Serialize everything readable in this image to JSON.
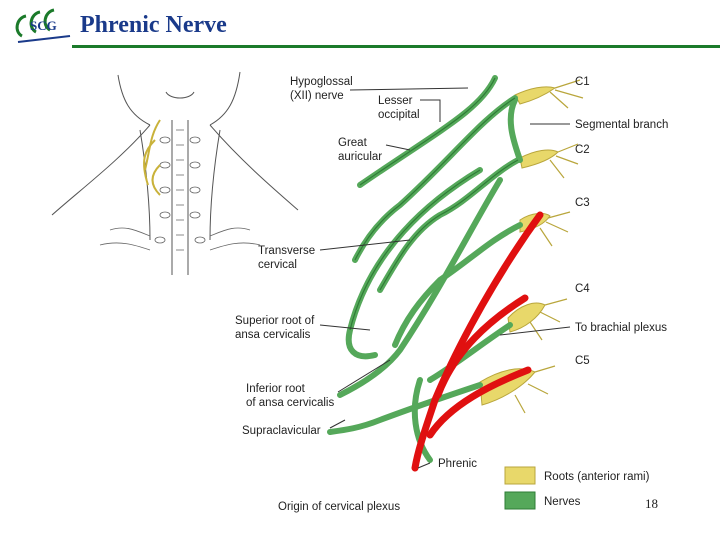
{
  "header": {
    "title": "Phrenic Nerve",
    "logo_text": "SCG",
    "accent_color": "#1a3a8a",
    "rule_color": "#1b7a2a"
  },
  "diagram": {
    "spinal_levels": [
      "C1",
      "C2",
      "C3",
      "C4",
      "C5"
    ],
    "left_labels": {
      "hypoglossal": [
        "Hypoglossal",
        "(XII) nerve"
      ],
      "lesser_occipital": [
        "Lesser",
        "occipital"
      ],
      "great_auricular": [
        "Great",
        "auricular"
      ],
      "transverse_cervical": [
        "Transverse",
        "cervical"
      ],
      "superior_root": [
        "Superior root of",
        "ansa cervicalis"
      ],
      "inferior_root": [
        "Inferior root",
        "of ansa cervicalis"
      ],
      "supraclavicular": "Supraclavicular",
      "phrenic": "Phrenic"
    },
    "right_labels": {
      "segmental_branch": "Segmental branch",
      "to_brachial_plexus": "To brachial plexus"
    },
    "caption": "Origin of cervical plexus",
    "legend": [
      {
        "label": "Roots (anterior rami)",
        "color": "#e8d86a"
      },
      {
        "label": "Nerves",
        "color": "#55a85a"
      }
    ],
    "colors": {
      "nerve": "#55a85a",
      "nerve_dark": "#2e7d36",
      "root": "#e8d86a",
      "phrenic": "#e01010"
    }
  },
  "page_number": "18"
}
